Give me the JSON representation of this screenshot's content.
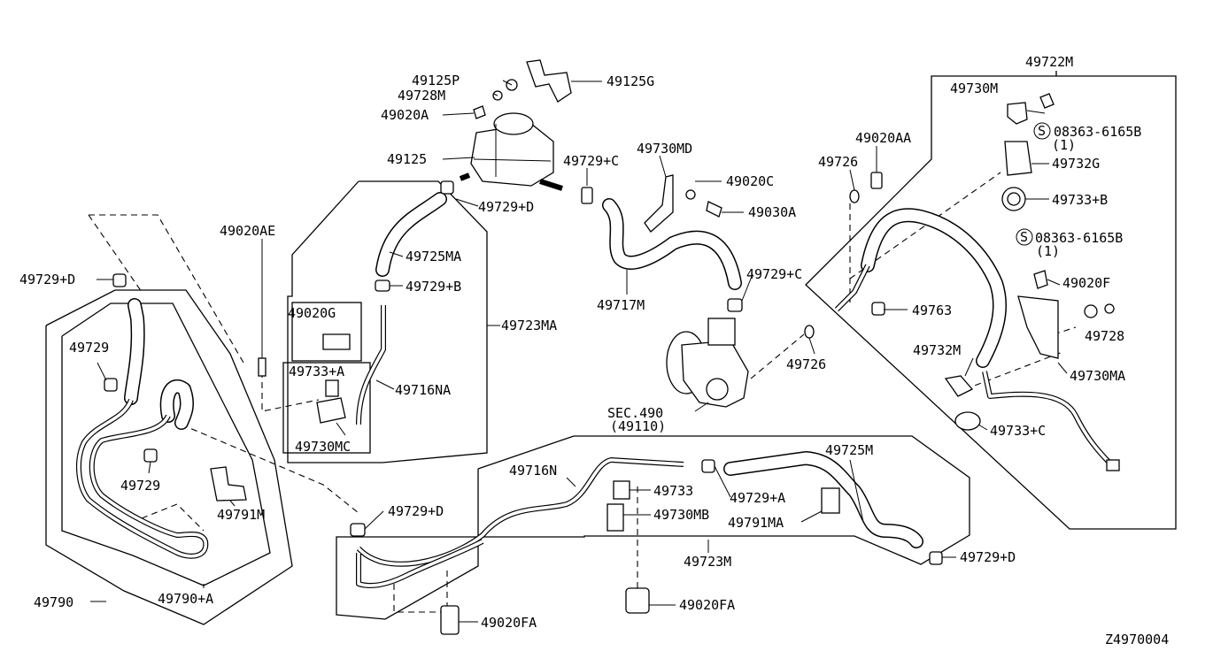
{
  "diagram_id": "Z4970004",
  "labels": {
    "p49722M": "49722M",
    "p49730M": "49730M",
    "p08363_1": "08363-6165B",
    "p08363_1_qty": "(1)",
    "p49732G": "49732G",
    "p49733B": "49733+B",
    "p08363_2": "08363-6165B",
    "p08363_2_qty": "(1)",
    "p49020F": "49020F",
    "p49728": "49728",
    "p49730MA": "49730MA",
    "p49732M": "49732M",
    "p49733C": "49733+C",
    "p49020AA": "49020AA",
    "p49726a": "49726",
    "p49726b": "49726",
    "p49763": "49763",
    "p49125P": "49125P",
    "p49728M": "49728M",
    "p49020A": "49020A",
    "p49125G": "49125G",
    "p49125": "49125",
    "p49729C_a": "49729+C",
    "p49730MD": "49730MD",
    "p49020C": "49020C",
    "p49030A": "49030A",
    "p49729D_top": "49729+D",
    "p49725MA": "49725MA",
    "p49729B": "49729+B",
    "p49020G": "49020G",
    "p49723MA": "49723MA",
    "p49733A": "49733+A",
    "p49716NA": "49716NA",
    "p49730MC": "49730MC",
    "p49020AE": "49020AE",
    "p49717M": "49717M",
    "p49729C_b": "49729+C",
    "sec490": "SEC.490",
    "sec490_sub": "(49110)",
    "p49729D_left": "49729+D",
    "p49729_a": "49729",
    "p49729_b": "49729",
    "p49791M": "49791M",
    "p49790": "49790",
    "p49790A": "49790+A",
    "p49729D_mid": "49729+D",
    "p49716N": "49716N",
    "p49733": "49733",
    "p49730MB": "49730MB",
    "p49729A": "49729+A",
    "p49725M": "49725M",
    "p49791MA": "49791MA",
    "p49723M": "49723M",
    "p49729D_right": "49729+D",
    "p49020FA_a": "49020FA",
    "p49020FA_b": "49020FA"
  },
  "symbols": {
    "screw_mark": "S"
  }
}
